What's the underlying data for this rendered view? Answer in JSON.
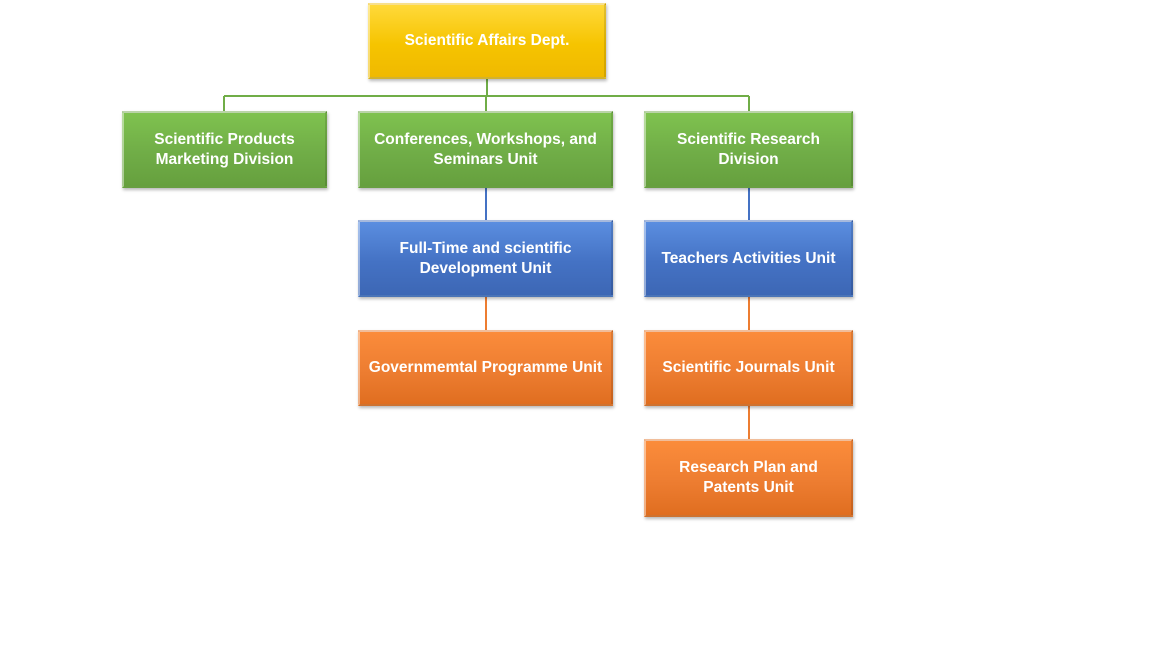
{
  "colors": {
    "root": "#f6c400",
    "level1": "#70ad47",
    "level2": "#4472c4",
    "level3": "#ed7d31"
  },
  "org_chart": {
    "root": "Scientific Affairs Dept.",
    "divisions": {
      "marketing": "Scientific Products Marketing Division",
      "conferences": "Conferences, Workshops, and Seminars Unit",
      "research": "Scientific Research Division"
    },
    "units": {
      "full_time": "Full-Time and scientific Development Unit",
      "governmental": "Governmemtal Programme Unit",
      "teachers": "Teachers Activities Unit",
      "journals": "Scientific Journals Unit",
      "research_plan": "Research Plan and Patents Unit"
    }
  }
}
